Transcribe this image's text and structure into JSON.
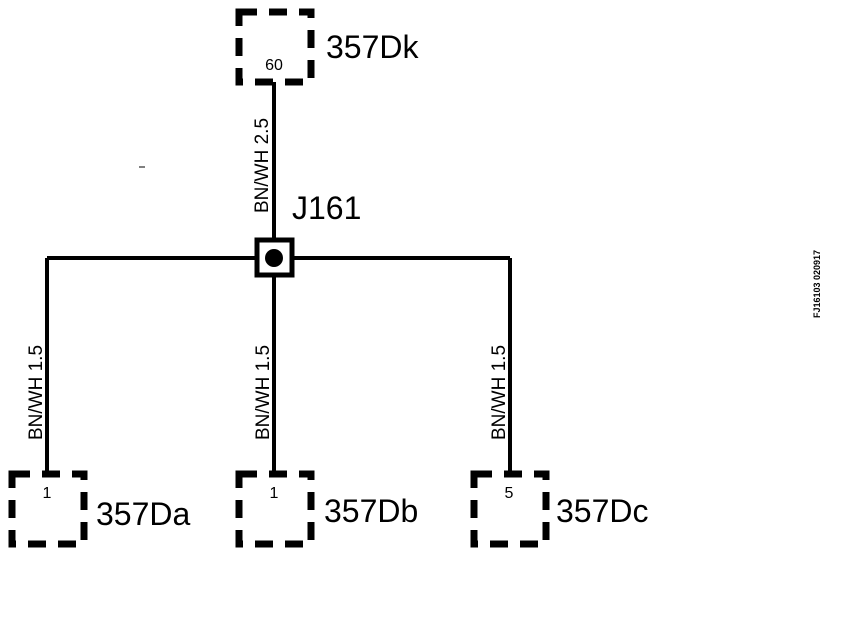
{
  "connectors": {
    "dk": {
      "name": "357Dk",
      "pin": "60"
    },
    "da": {
      "name": "357Da",
      "pin": "1"
    },
    "db": {
      "name": "357Db",
      "pin": "1"
    },
    "dc": {
      "name": "357Dc",
      "pin": "5"
    }
  },
  "splice": {
    "name": "J161"
  },
  "wires": {
    "top": "BN/WH  2.5",
    "left": "BN/WH  1.5",
    "center": "BN/WH  1.5",
    "right": "BN/WH  1.5"
  },
  "figure_ref": "FJ16103 020917"
}
